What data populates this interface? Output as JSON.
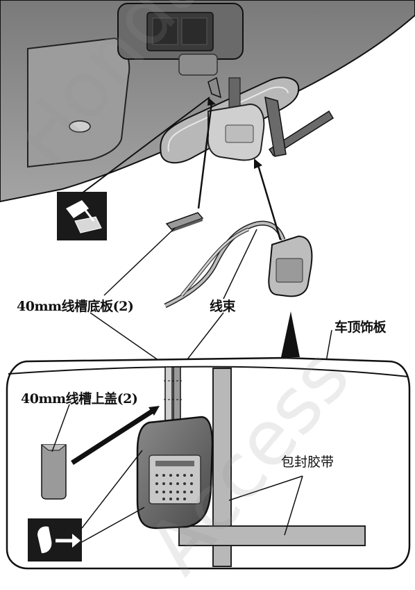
{
  "labels": {
    "base_plate": "40mm线槽底板(2)",
    "harness": "线束",
    "headliner": "车顶饰板",
    "cover": "40mm线槽上盖(2)",
    "tape": "包封胶带"
  },
  "watermarks": {
    "top": "Honda",
    "bottom": "Access"
  },
  "icons": {
    "top": "apply-adhesive-icon",
    "bottom": "slide-in-hand-icon"
  },
  "colors": {
    "line": "#111111",
    "fill_dark": "#6a6a6a",
    "fill_mid": "#9a9a9a",
    "fill_light": "#cfcfcf",
    "roof": "#8c8c8c"
  }
}
